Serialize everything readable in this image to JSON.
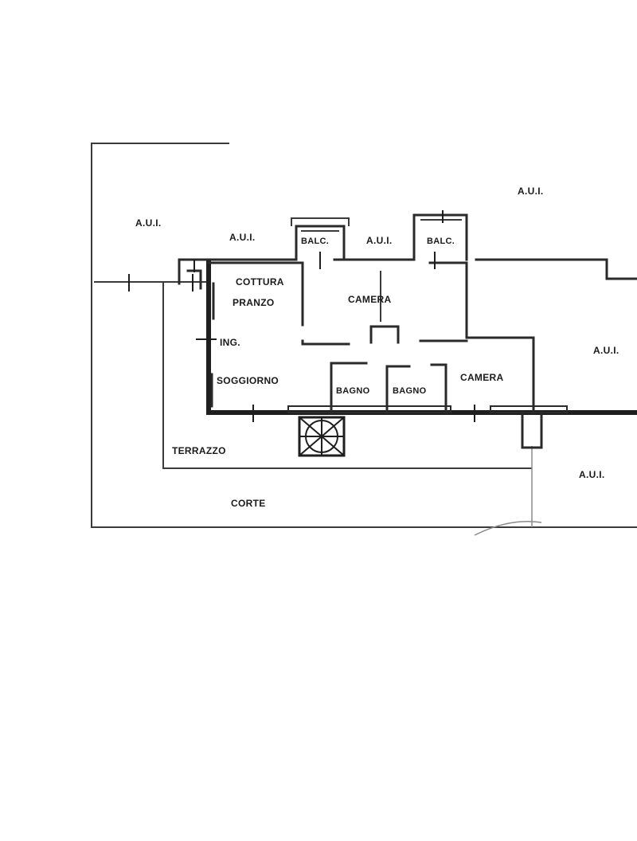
{
  "labels": {
    "aui_1": "A.U.I.",
    "aui_2": "A.U.I.",
    "aui_3": "A.U.I.",
    "aui_4": "A.U.I.",
    "aui_5": "A.U.I.",
    "aui_6": "A.U.I.",
    "balc_1": "BALC.",
    "balc_2": "BALC.",
    "cottura": "COTTURA",
    "pranzo": "PRANZO",
    "camera_1": "CAMERA",
    "camera_2": "CAMERA",
    "ing": "ING.",
    "soggiorno": "SOGGIORNO",
    "bagno_1": "BAGNO",
    "bagno_2": "BAGNO",
    "terrazzo": "TERRAZZO",
    "corte": "CORTE"
  }
}
